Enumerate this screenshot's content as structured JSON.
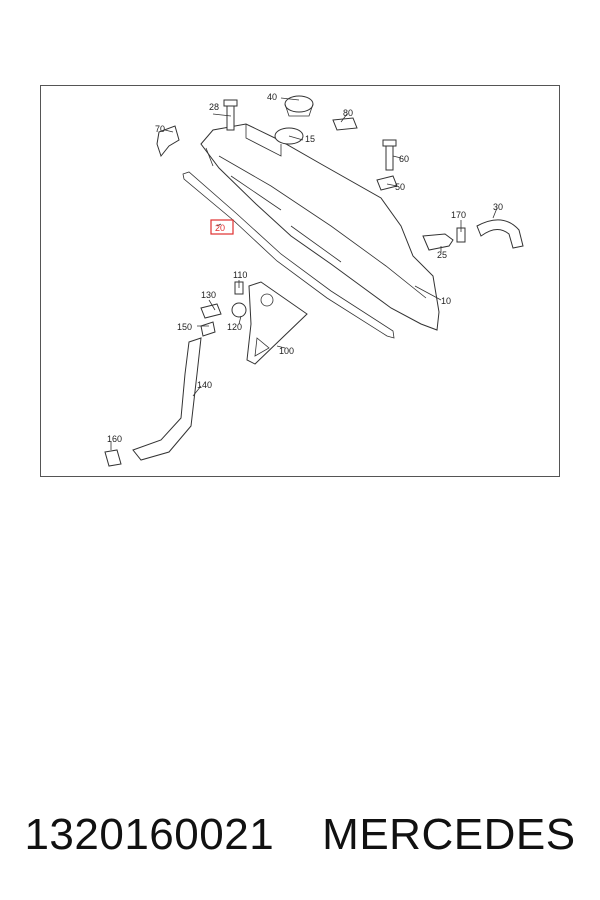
{
  "diagram": {
    "callouts": [
      "28",
      "40",
      "80",
      "70",
      "15",
      "60",
      "50",
      "170",
      "30",
      "20",
      "25",
      "10",
      "110",
      "130",
      "150",
      "120",
      "100",
      "140",
      "160"
    ],
    "highlighted_callout": "20",
    "highlight_color": "#e03030"
  },
  "footer": {
    "part_number": "1320160021",
    "brand": "MERCEDES"
  }
}
